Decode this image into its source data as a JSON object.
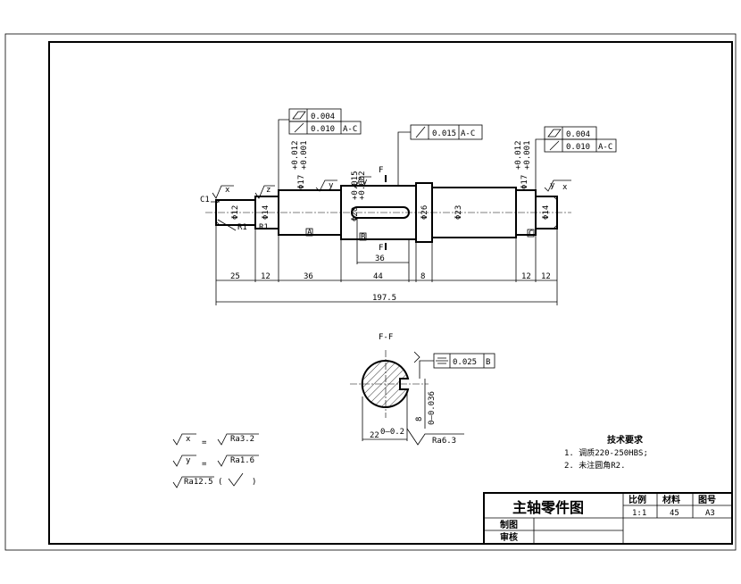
{
  "drawing": {
    "title": "主轴零件图",
    "title_block": {
      "scale_label": "比例",
      "scale_value": "1:1",
      "material_label": "材料",
      "material_value": "45",
      "drawing_no_label": "图号",
      "drawing_no_value": "A3",
      "drawn_label": "制图",
      "checked_label": "审核"
    },
    "tech_requirements": {
      "heading": "技术要求",
      "items": [
        "1. 调质220-250HBS;",
        "2. 未注圆角R2."
      ]
    },
    "roughness_legend": {
      "x_sym": "x",
      "x_val": "Ra3.2",
      "y_sym": "y",
      "y_val": "Ra1.6",
      "other": "Ra12.5",
      "eq": "="
    },
    "section": {
      "label": "F-F",
      "symmetry_value": "0.025",
      "symmetry_datum": "B",
      "keyway_width": "22",
      "keyway_width_tol": "0–0.2",
      "keyway_depth": "8",
      "keyway_depth_tol": "0–0.036",
      "roughness": "Ra6.3"
    },
    "tolerance_frames": {
      "left_cyl_value": "0.004",
      "left_runout_value": "0.010",
      "left_runout_datum": "A-C",
      "mid_runout_value": "0.015",
      "mid_runout_datum": "A-C",
      "right_cyl_value": "0.004",
      "right_runout_value": "0.010",
      "right_runout_datum": "A-C"
    },
    "dimensions": {
      "d25": "25",
      "d12a": "12",
      "d36a": "36",
      "d44": "44",
      "d8": "8",
      "d36b": "36",
      "d12b": "12",
      "d12c": "12",
      "total": "197.5",
      "phi12": "Φ12",
      "phi14a": "Φ14",
      "phi17a": "Φ17",
      "phi17a_tol_top": "+0.012",
      "phi17a_tol_bot": "+0.001",
      "phi20": "Φ20",
      "phi20_tol_top": "+0.015",
      "phi20_tol_bot": "+0.002",
      "phi26": "Φ26",
      "phi23": "Φ23",
      "phi17b": "Φ17",
      "phi17b_tol_top": "+0.012",
      "phi17b_tol_bot": "+0.001",
      "phi14b": "Φ14",
      "chamfer": "C1",
      "r1a": "R1",
      "r1b": "R1"
    },
    "labels": {
      "datum_a": "A",
      "datum_b": "B",
      "datum_c": "C",
      "section_f_top": "F",
      "section_f_bot": "F",
      "rough_x": "x",
      "rough_y": "y",
      "rough_y2": "y",
      "rough_x2": "x"
    }
  }
}
